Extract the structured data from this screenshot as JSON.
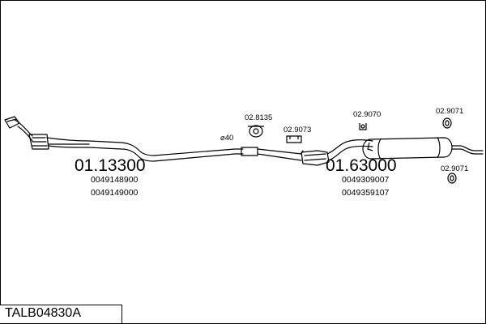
{
  "diagram_code": "TALB04830A",
  "front_section": {
    "part_number": "01.13300",
    "oe_numbers": [
      "0049148900",
      "0049149000"
    ]
  },
  "rear_section": {
    "part_number": "01.63000",
    "oe_numbers": [
      "0049309007",
      "0049359107"
    ]
  },
  "pipe_diameter": "⌀40",
  "fittings": [
    {
      "label": "02.8135",
      "icon": "clamp-icon"
    },
    {
      "label": "02.9073",
      "icon": "bracket-icon"
    },
    {
      "label": "02.9070",
      "icon": "hanger-icon"
    },
    {
      "label": "02.9071",
      "icon": "rubber-ring-icon"
    },
    {
      "label": "02.9071",
      "icon": "rubber-ring-icon"
    }
  ]
}
